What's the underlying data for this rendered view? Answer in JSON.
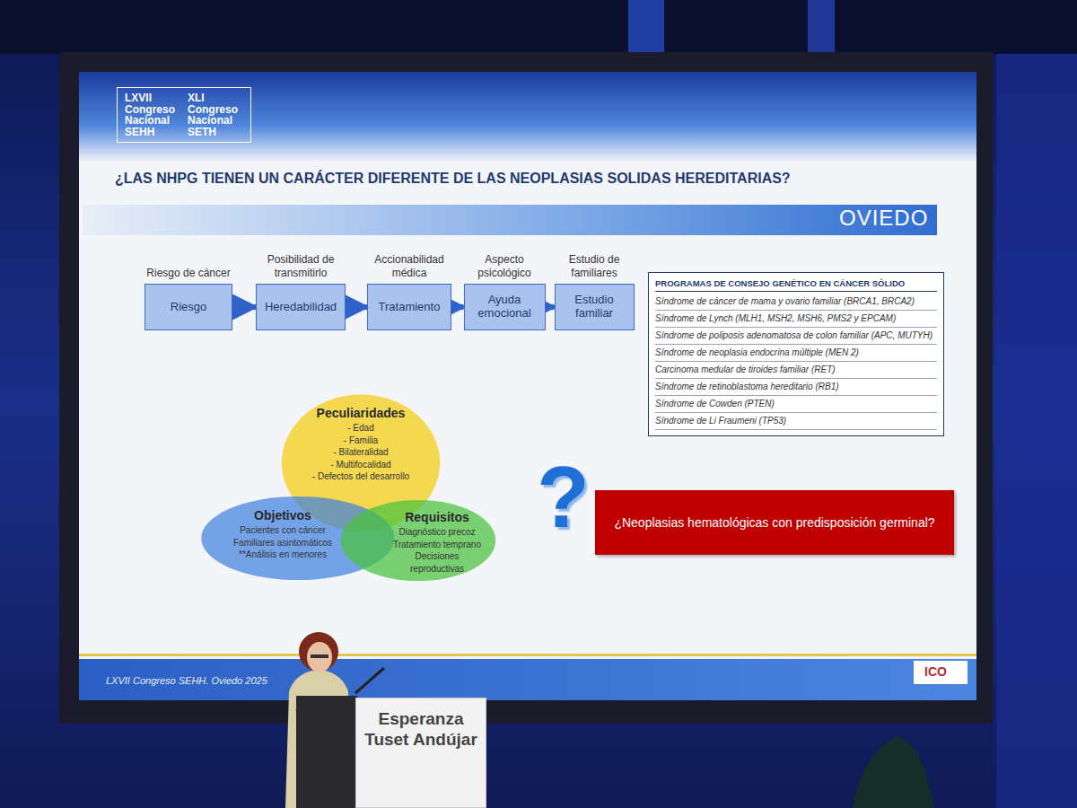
{
  "diagram": {
    "title": "¿LAS NHPG TIENEN UN CARÁCTER DIFERENTE DE LAS NEOPLASIAS SOLIDAS HEREDITARIAS?",
    "nodes": [
      {
        "text": [
          "LXVII Congreso Nacional SEHH",
          "XLI Congreso Nacional SETH"
        ]
      },
      {
        "text": [
          "Riesgo de cáncer",
          "Riesgo"
        ]
      },
      {
        "text": [
          "Posibilidad de transmitirlo",
          "Heredabilidad"
        ]
      },
      {
        "text": [
          "Accionabilidad médica",
          "Tratamiento"
        ]
      },
      {
        "text": [
          "Aspecto psicológico",
          "Ayuda emocional"
        ]
      },
      {
        "text": [
          "Estudio de familiares",
          "Estudio familiar"
        ]
      },
      {
        "text": [
          "PROGRAMAS DE CONSEJO GENÉTICO EN CÁNCER SÓLIDO",
          "Síndrome de cáncer de mama y ovario familiar (BRCA1, BRCA2)",
          "Síndrome de Lynch (MLH1, MSH2, MSH6, PMS2 y EPCAM)",
          "Síndrome de poliposis adenomatosa de colon familiar (APC, MUTYH)",
          "Síndrome de neoplasia endocrina múltiple (MEN 2)",
          "Carcinoma medular de tiroides familiar (RET)",
          "Síndrome de retinoblastoma hereditario (RB1)",
          "Síndrome de Cowden (PTEN)",
          "Síndrome de Li Fraumeni (TP53)"
        ]
      },
      {
        "text": [
          "Peculiaridades",
          "- Edad",
          "- Familia",
          "- Bilateralidad",
          "- Multifocalidad",
          "- Defectos del desarrollo"
        ]
      },
      {
        "text": [
          "Objetivos",
          "Pacientes con cáncer Familiares asintomáticos",
          "**Análisis en menores"
        ]
      },
      {
        "text": [
          "Requisitos",
          "Diagnóstico precoz",
          "Tratamiento temprano",
          "Decisiones reproductivas"
        ]
      },
      {
        "text": [
          "¿Neoplasias hematológicas con predisposición germinal?"
        ]
      },
      {
        "text": [
          "Esperanza Tuset Andújar"
        ]
      }
    ],
    "edges": [
      {
        "from": 1,
        "to": 2,
        "arrow": "to"
      },
      {
        "from": 2,
        "to": 3,
        "arrow": "to"
      },
      {
        "from": 3,
        "to": 4,
        "arrow": "to"
      },
      {
        "from": 4,
        "to": 5,
        "arrow": "to"
      }
    ],
    "labels": [
      "OVIEDO",
      "?",
      "LXVII Congreso SEHH. Oviedo 2025",
      "ICO"
    ]
  }
}
